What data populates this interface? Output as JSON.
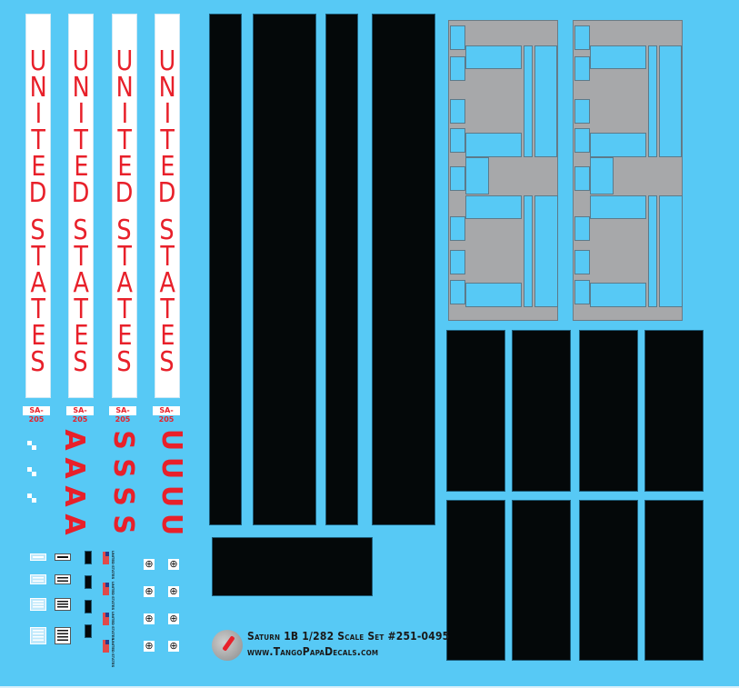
{
  "sheet": {
    "background": "#57c9f5",
    "accent_red": "#e8202a",
    "panel_gray": "#a7a8aa",
    "black": "#040809"
  },
  "strips": [
    {
      "word1": [
        "U",
        "N",
        "I",
        "T",
        "E",
        "D"
      ],
      "word2": [
        "S",
        "T",
        "A",
        "T",
        "E",
        "S"
      ]
    },
    {
      "word1": [
        "U",
        "N",
        "I",
        "T",
        "E",
        "D"
      ],
      "word2": [
        "S",
        "T",
        "A",
        "T",
        "E",
        "S"
      ]
    },
    {
      "word1": [
        "U",
        "N",
        "I",
        "T",
        "E",
        "D"
      ],
      "word2": [
        "S",
        "T",
        "A",
        "T",
        "E",
        "S"
      ]
    },
    {
      "word1": [
        "U",
        "N",
        "I",
        "T",
        "E",
        "D"
      ],
      "word2": [
        "S",
        "T",
        "A",
        "T",
        "E",
        "S"
      ]
    }
  ],
  "sa_labels": [
    "SA-205",
    "SA-205",
    "SA-205",
    "SA-205"
  ],
  "rotated_letters": {
    "col_a": [
      "A",
      "A",
      "A",
      "A"
    ],
    "col_s": [
      "S",
      "S",
      "S",
      "S"
    ],
    "col_u": [
      "U",
      "U",
      "U",
      "U"
    ]
  },
  "flags": {
    "text": "UNITED STATES",
    "line1": "UNITED",
    "line2": "STATES",
    "count": 4
  },
  "roll_marks": {
    "glyph": "⊕",
    "count": 8
  },
  "footer": {
    "title": "Saturn 1B 1/282 Scale  Set #251-0495",
    "url": "www.TangoPapaDecals.com",
    "logo": "tango-papa-logo-icon"
  }
}
